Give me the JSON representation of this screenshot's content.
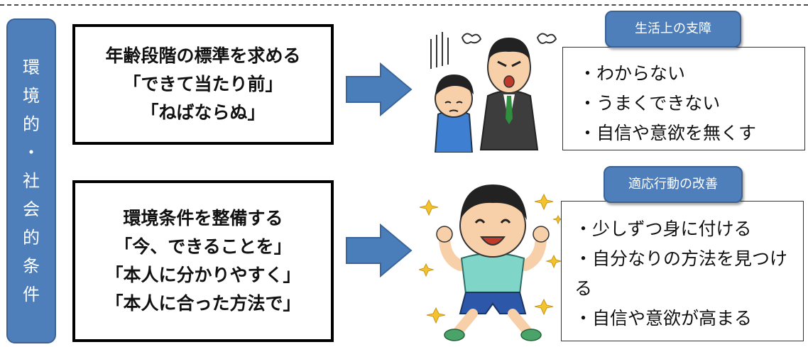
{
  "side_label": [
    "環",
    "境",
    "的",
    "・",
    "社",
    "会",
    "的",
    "条",
    "件"
  ],
  "top_box": {
    "lines": [
      "年齢段階の標準を求める",
      "「できて当たり前」",
      "「ねばならぬ」"
    ]
  },
  "bottom_box": {
    "lines": [
      "環境条件を整備する",
      "「今、できることを」",
      "「本人に分かりやすく」",
      "「本人に合った方法で」"
    ]
  },
  "top_result": {
    "tag": "生活上の支障",
    "items": [
      "・わからない",
      "・うまくできない",
      "・自信や意欲を無くす"
    ]
  },
  "bottom_result": {
    "tag": "適応行動の改善",
    "items": [
      "・少しずつ身に付ける",
      "・自分なりの方法を見つける",
      "・自信や意欲が高まる"
    ]
  },
  "colors": {
    "accent_blue": "#4f7fba",
    "arrow_blue": "#4a7ebb",
    "border_black": "#000000"
  },
  "icons": [
    "arrow-right",
    "scolding-man-and-boy",
    "happy-boy-with-stars"
  ]
}
